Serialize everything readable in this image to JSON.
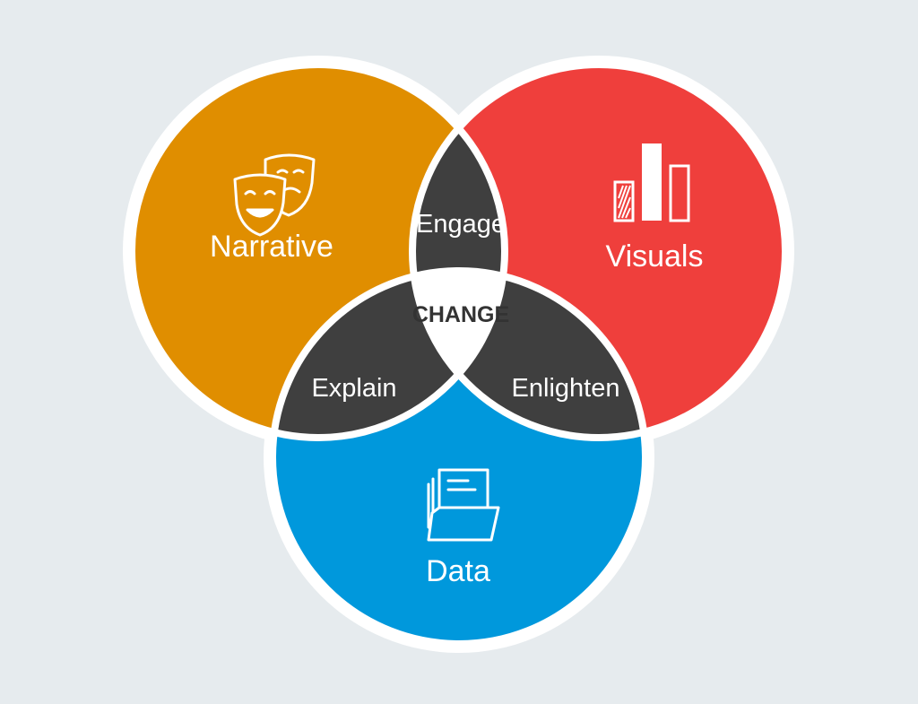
{
  "colors": {
    "background": "#E6EBEE",
    "narrative": "#E08E00",
    "visuals": "#EF3F3C",
    "data": "#0098DC",
    "overlap": "#3F3F3F",
    "center": "#FFFFFF",
    "outline": "#FFFFFF",
    "center_text": "#333333"
  },
  "circles": {
    "narrative": {
      "label": "Narrative",
      "icon": "theater-masks-icon"
    },
    "visuals": {
      "label": "Visuals",
      "icon": "bar-chart-icon"
    },
    "data": {
      "label": "Data",
      "icon": "document-folder-icon"
    }
  },
  "overlaps": {
    "narrative_visuals": "Engage",
    "narrative_data": "Explain",
    "visuals_data": "Enlighten",
    "center": "CHANGE"
  }
}
